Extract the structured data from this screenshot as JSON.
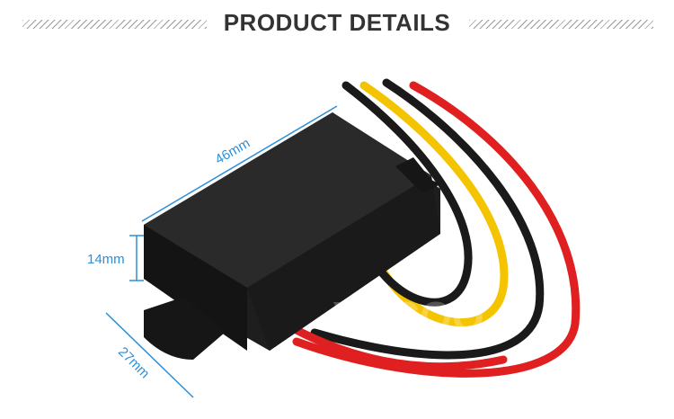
{
  "header": {
    "title": "PRODUCT DETAILS"
  },
  "dimensions": {
    "length": "46mm",
    "height": "14mm",
    "width": "27mm"
  },
  "watermark": "YUCOO",
  "colors": {
    "dimension": "#2b8fd9",
    "wire_red": "#e02020",
    "wire_yellow": "#f5c400",
    "wire_black": "#1a1a1a",
    "case": "#222222"
  }
}
